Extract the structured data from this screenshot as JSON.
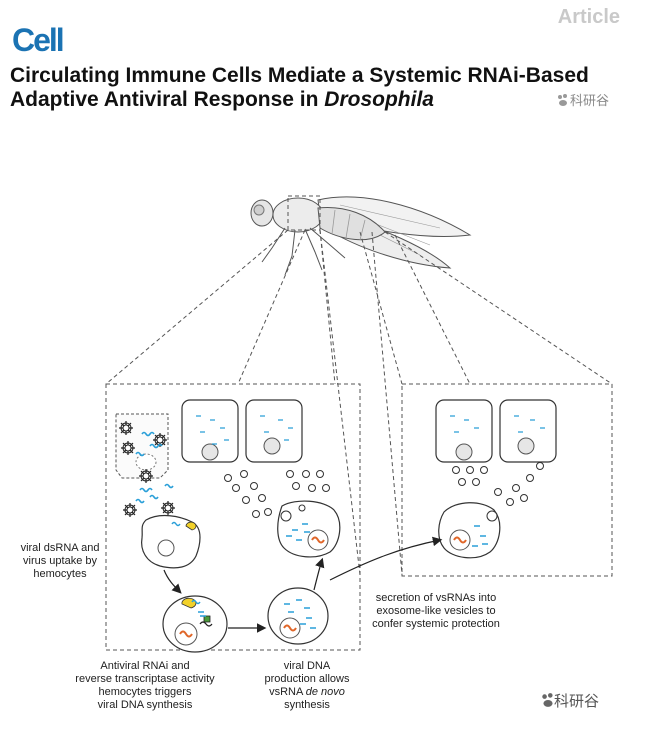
{
  "header": {
    "journal_logo": "Cell",
    "article_type": "Article"
  },
  "title": {
    "main": "Circulating Immune Cells Mediate a Systemic RNAi-Based Adaptive Antiviral Response in ",
    "italic": "Drosophila"
  },
  "watermark": {
    "text": "科研谷"
  },
  "diagram": {
    "label_uptake": "viral dsRNA and virus uptake by hemocytes",
    "label_rnai_line1": "Antiviral RNAi and",
    "label_rnai_line2": "reverse transcriptase activity",
    "label_rnai_line3": "hemocytes triggers",
    "label_rnai_line4": "viral DNA synthesis",
    "label_dna_line1": "viral DNA",
    "label_dna_line2": "production allows",
    "label_dna_line3_prefix": "vsRNA ",
    "label_dna_line3_italic": "de novo",
    "label_dna_line4": "synthesis",
    "label_secretion_line1": "secretion of vsRNAs into",
    "label_secretion_line2": "exosome-like vesicles to",
    "label_secretion_line3": "confer systemic protection"
  },
  "colors": {
    "logo": "#1b73b3",
    "article_tag": "#c9c9c9",
    "vsrna": "#2a9fd8",
    "viral_dna": "#e0672a",
    "yellow_protein": "#f2d12a",
    "green_rt": "#4a9a3a",
    "outline": "#333333"
  }
}
